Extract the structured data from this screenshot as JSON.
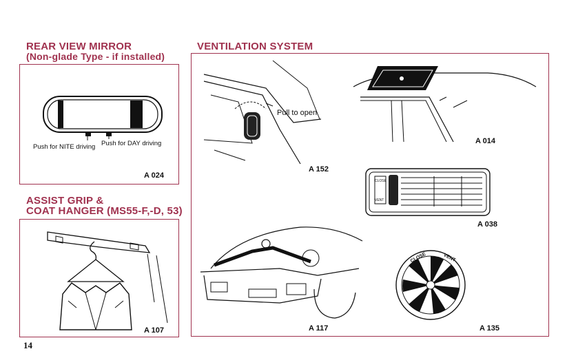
{
  "headings": {
    "mirror_title": "REAR VIEW MIRROR",
    "mirror_subtitle": "(Non-glade Type - if installed)",
    "grip_line1": "ASSIST GRIP &",
    "grip_line2": "COAT HANGER (MS55-F,-D, 53)",
    "ventilation": "VENTILATION SYSTEM"
  },
  "mirror_panel": {
    "label_nite": "Push for NITE driving",
    "label_day": "Push for DAY driving",
    "figure": "A  024"
  },
  "grip_panel": {
    "figure": "A  107"
  },
  "ventilation_panel": {
    "pull_label": "Pull to open",
    "fig_interior": "A  152",
    "fig_roof": "A  014",
    "fig_grille": "A  038",
    "grille_close": "CLOSE",
    "grille_vent": "VENT",
    "fig_car": "A  117",
    "fig_dial": "A  135",
    "dial_close": "CLOSE",
    "dial_vent": "VENT"
  },
  "page_number": "14",
  "colors": {
    "accent": "#a0324f",
    "ink": "#111111"
  }
}
